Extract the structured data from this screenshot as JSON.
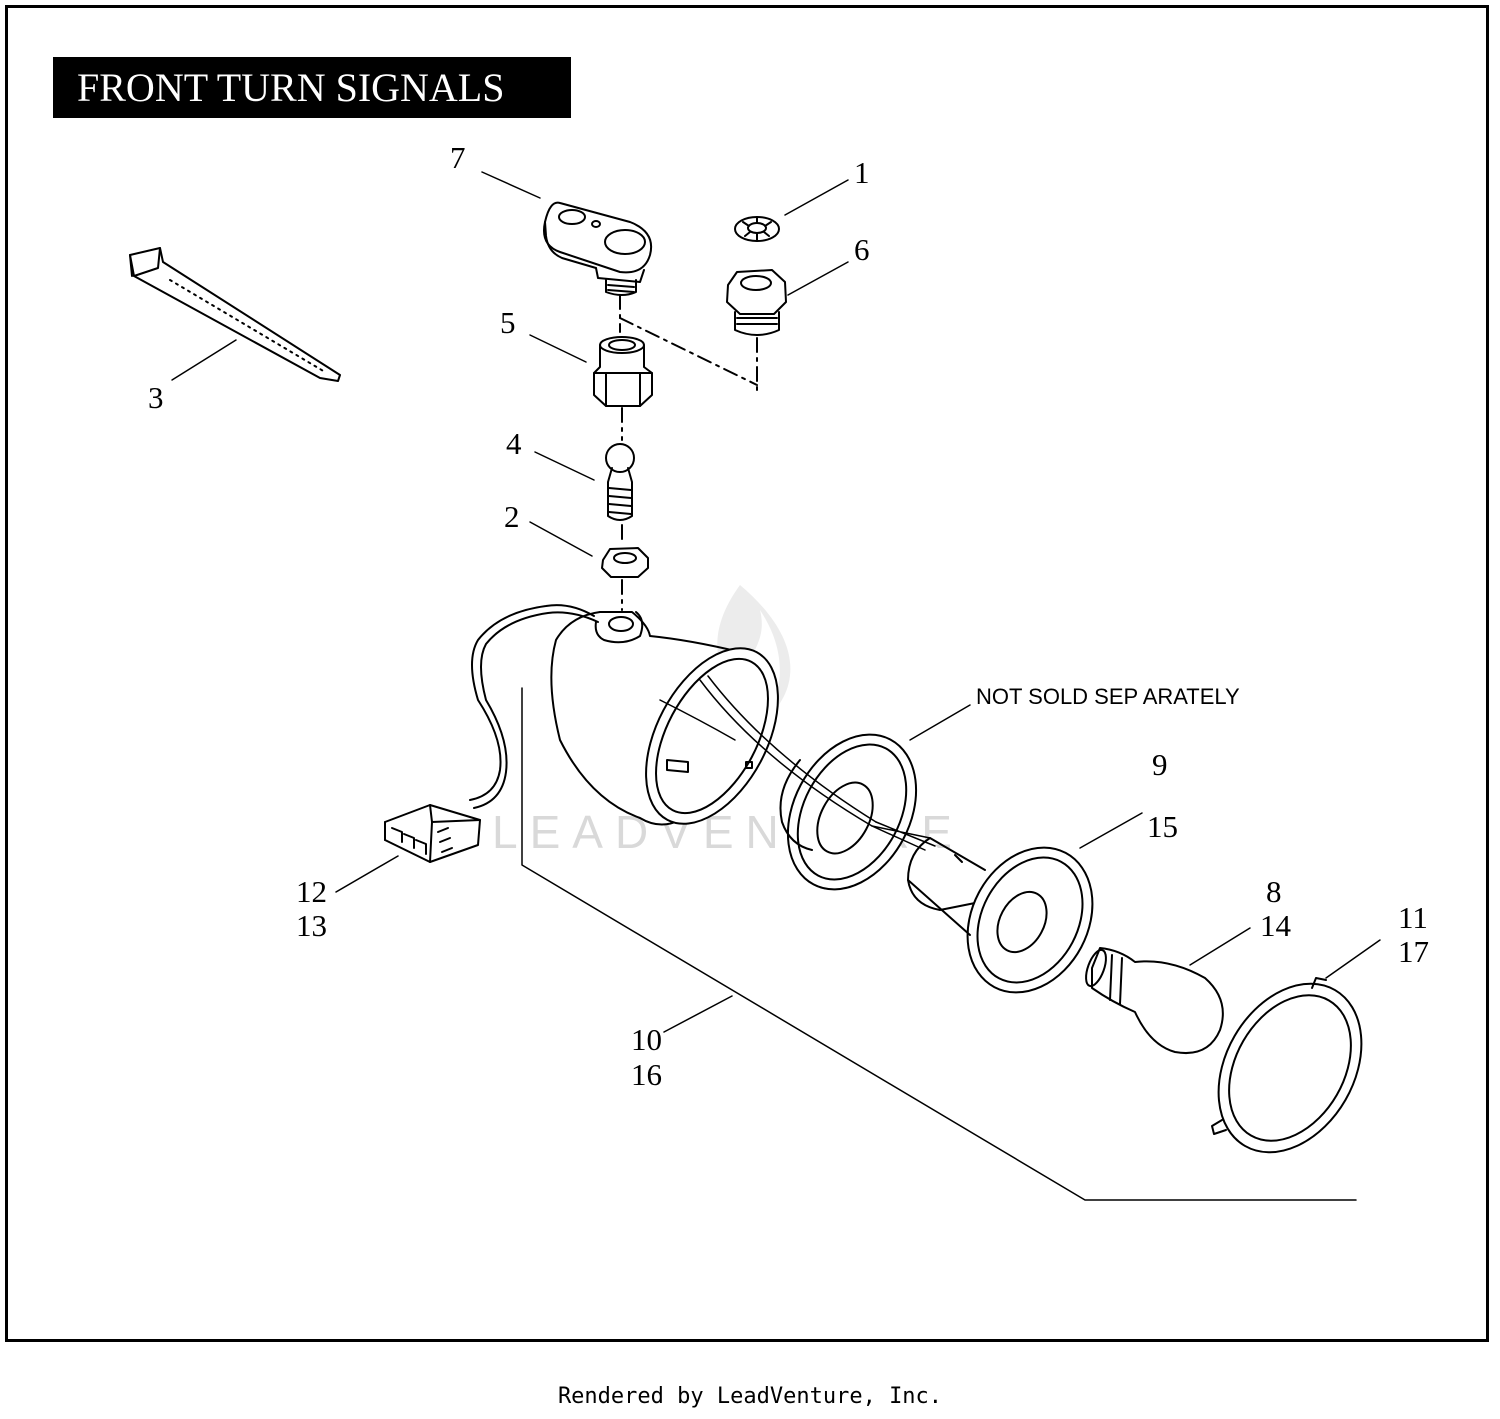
{
  "title": "FRONT TURN SIGNALS",
  "note": "NOT SOLD SEP ARATELY",
  "watermark": "LEADVENTURE",
  "footer": "Rendered by LeadVenture, Inc.",
  "callouts": {
    "c1": "1",
    "c2": "2",
    "c3": "3",
    "c4": "4",
    "c5": "5",
    "c6": "6",
    "c7": "7",
    "c9": "9",
    "c15": "15",
    "c8": "8",
    "c14": "14",
    "c11": "11",
    "c17": "17",
    "c12": "12",
    "c13": "13",
    "c10": "10",
    "c16": "16"
  }
}
